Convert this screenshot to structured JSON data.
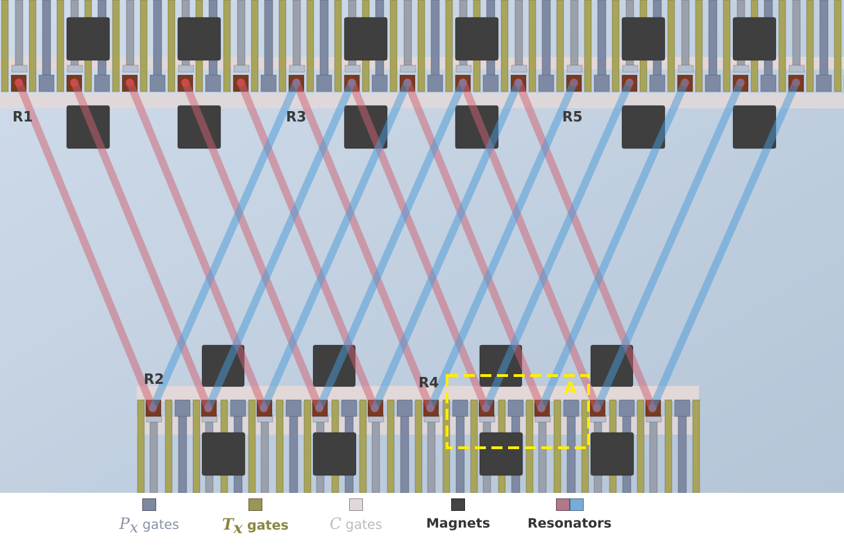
{
  "labels": {
    "r1": "R1",
    "r2": "R2",
    "r3": "R3",
    "r4": "R4",
    "r5": "R5",
    "region_a": "A"
  },
  "legend": [
    {
      "symbol": "P",
      "subscript": "x",
      "text": "gates",
      "color": "#8890a8",
      "swatch": "#8088a0"
    },
    {
      "symbol": "T",
      "subscript": "x",
      "text": "gates",
      "color": "#8a8640",
      "swatch": "#9a9658"
    },
    {
      "symbol": "C",
      "subscript": "",
      "text": "gates",
      "color": "#c0b8c0",
      "swatch": "#e0d8dc"
    },
    {
      "symbol": "",
      "subscript": "",
      "text": "Magnets",
      "color": "#333333",
      "swatch": "#444444"
    },
    {
      "symbol": "",
      "subscript": "",
      "text": "Resonators",
      "color": "#333333",
      "swatch": "#b07888",
      "swatch2": "#78acd8"
    }
  ],
  "colors": {
    "background_top": "#c7d6e6",
    "background_bottom": "#b9c9da",
    "px_gate": "#7e8aa4",
    "px_stem": "#9aa0ac",
    "tx_gate": "#a8a45a",
    "c_gate": "#e3d8d8",
    "magnet": "#3f3f3f",
    "pad": "#7a3a22",
    "dot": "#c0392b",
    "resonator_red": "#d06070",
    "resonator_blue": "#4a9ad8",
    "highlight": "#ffee00"
  }
}
